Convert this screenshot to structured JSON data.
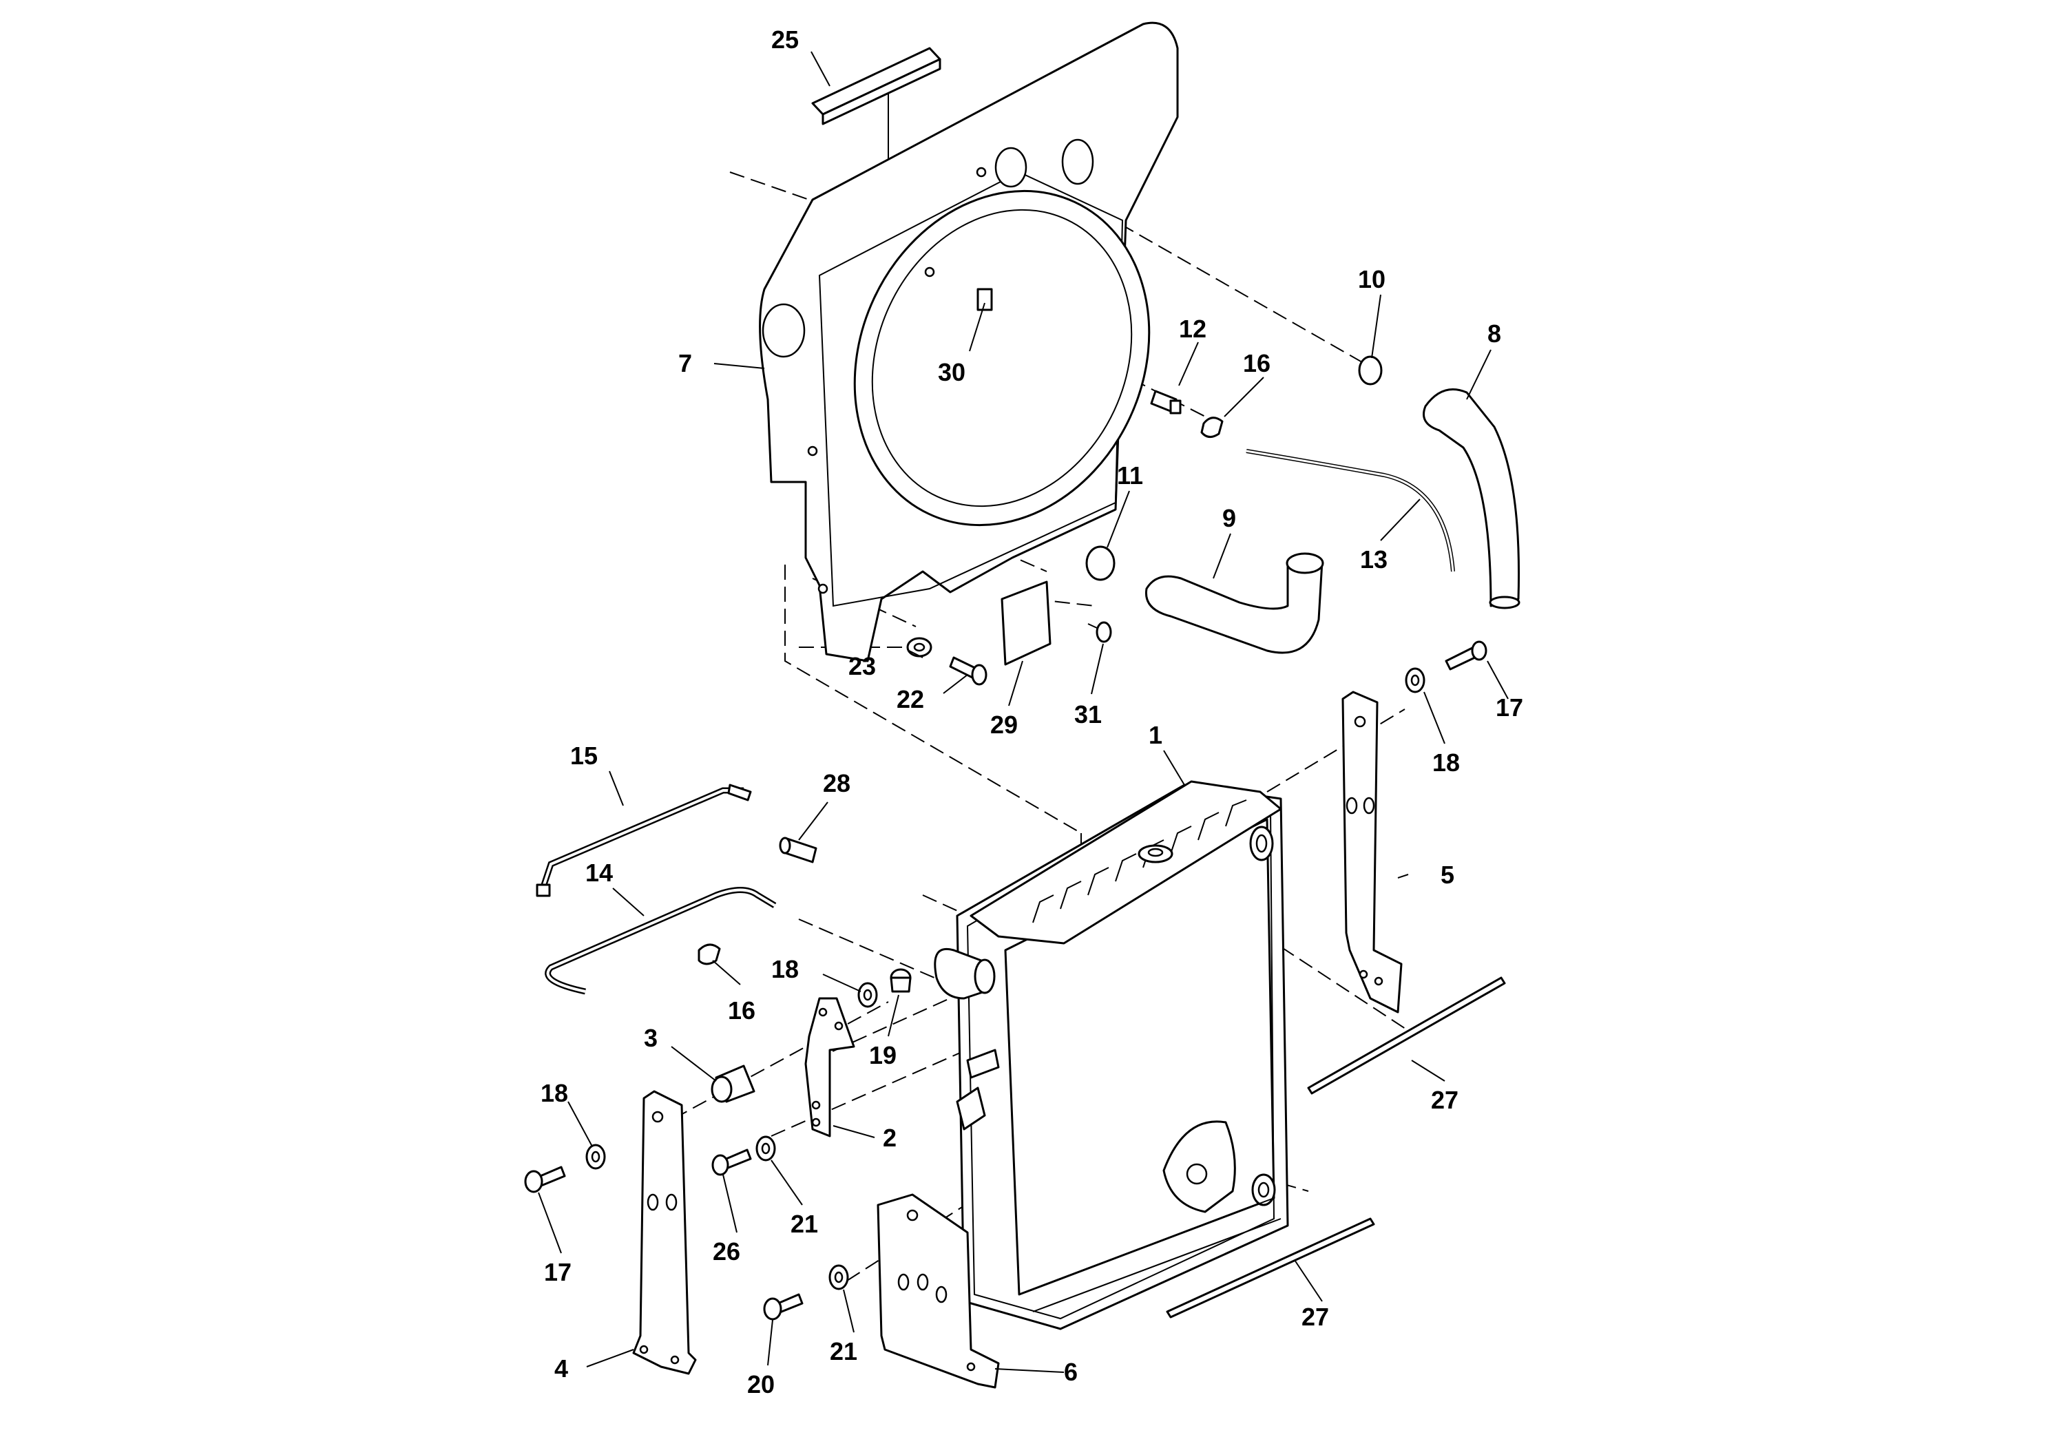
{
  "callouts": [
    {
      "id": "c1",
      "text": "1"
    },
    {
      "id": "c2",
      "text": "2"
    },
    {
      "id": "c3",
      "text": "3"
    },
    {
      "id": "c4",
      "text": "4"
    },
    {
      "id": "c5",
      "text": "5"
    },
    {
      "id": "c6",
      "text": "6"
    },
    {
      "id": "c7",
      "text": "7"
    },
    {
      "id": "c8",
      "text": "8"
    },
    {
      "id": "c9",
      "text": "9"
    },
    {
      "id": "c10",
      "text": "10"
    },
    {
      "id": "c11",
      "text": "11"
    },
    {
      "id": "c12",
      "text": "12"
    },
    {
      "id": "c13",
      "text": "13"
    },
    {
      "id": "c14",
      "text": "14"
    },
    {
      "id": "c15",
      "text": "15"
    },
    {
      "id": "c16a",
      "text": "16"
    },
    {
      "id": "c16b",
      "text": "16"
    },
    {
      "id": "c17a",
      "text": "17"
    },
    {
      "id": "c17b",
      "text": "17"
    },
    {
      "id": "c18a",
      "text": "18"
    },
    {
      "id": "c18b",
      "text": "18"
    },
    {
      "id": "c18c",
      "text": "18"
    },
    {
      "id": "c19",
      "text": "19"
    },
    {
      "id": "c20",
      "text": "20"
    },
    {
      "id": "c21a",
      "text": "21"
    },
    {
      "id": "c21b",
      "text": "21"
    },
    {
      "id": "c22",
      "text": "22"
    },
    {
      "id": "c23",
      "text": "23"
    },
    {
      "id": "c25",
      "text": "25"
    },
    {
      "id": "c26",
      "text": "26"
    },
    {
      "id": "c27a",
      "text": "27"
    },
    {
      "id": "c27b",
      "text": "27"
    },
    {
      "id": "c28",
      "text": "28"
    },
    {
      "id": "c29",
      "text": "29"
    },
    {
      "id": "c30",
      "text": "30"
    },
    {
      "id": "c31",
      "text": "31"
    }
  ]
}
